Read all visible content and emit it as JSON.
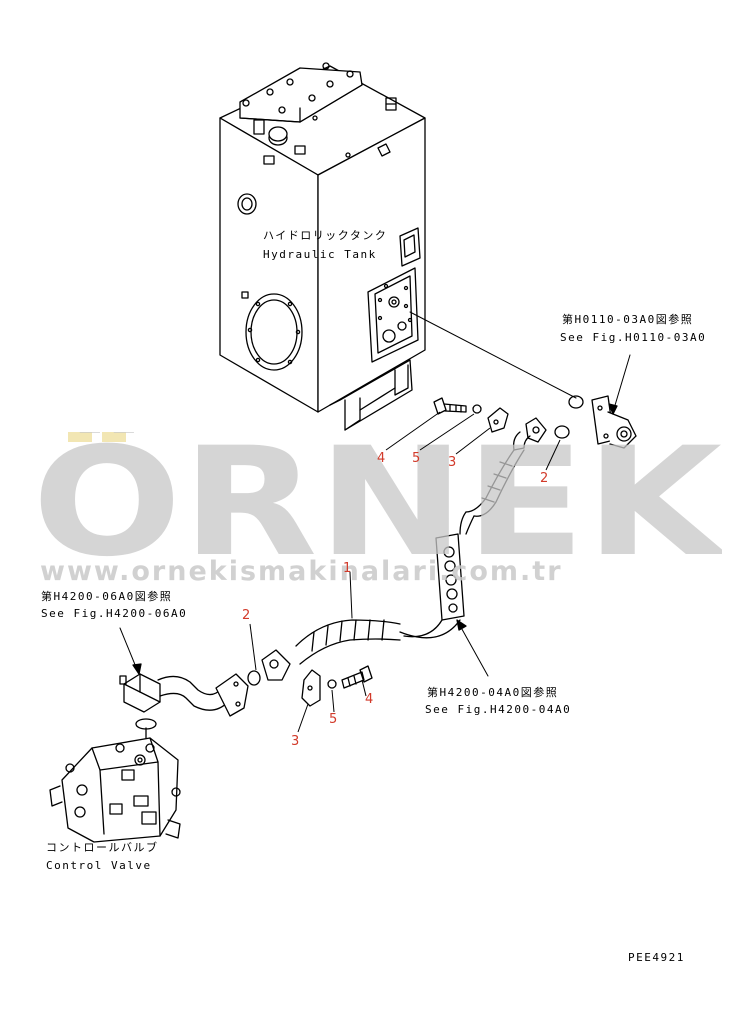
{
  "labels": {
    "hydraulic_tank_jp": "ハイドロリックタンク",
    "hydraulic_tank_en": "Hydraulic Tank",
    "control_valve_jp": "コントロールバルブ",
    "control_valve_en": "Control Valve",
    "ref_h0110_jp": "第H0110-03A0図参照",
    "ref_h0110_en": "See Fig.H0110-03A0",
    "ref_h4200_06_jp": "第H4200-06A0図参照",
    "ref_h4200_06_en": "See Fig.H4200-06A0",
    "ref_h4200_04_jp": "第H4200-04A0図参照",
    "ref_h4200_04_en": "See Fig.H4200-04A0",
    "drawing_code": "PEE4921"
  },
  "part_numbers": {
    "upper_bolt": "4",
    "upper_washer": "5",
    "upper_clamp": "3",
    "upper_oring": "2",
    "hose": "1",
    "lower_oring": "2",
    "lower_clamp": "3",
    "lower_washer": "5",
    "lower_bolt": "4"
  },
  "watermark": {
    "brand": "ÖRNEK",
    "url": "www.ornekismakinalari.com.tr"
  },
  "colors": {
    "line": "#000000",
    "part_number": "#d23a2a",
    "watermark": "#c8c8c8",
    "watermark_accent": "#f2e6b3"
  }
}
